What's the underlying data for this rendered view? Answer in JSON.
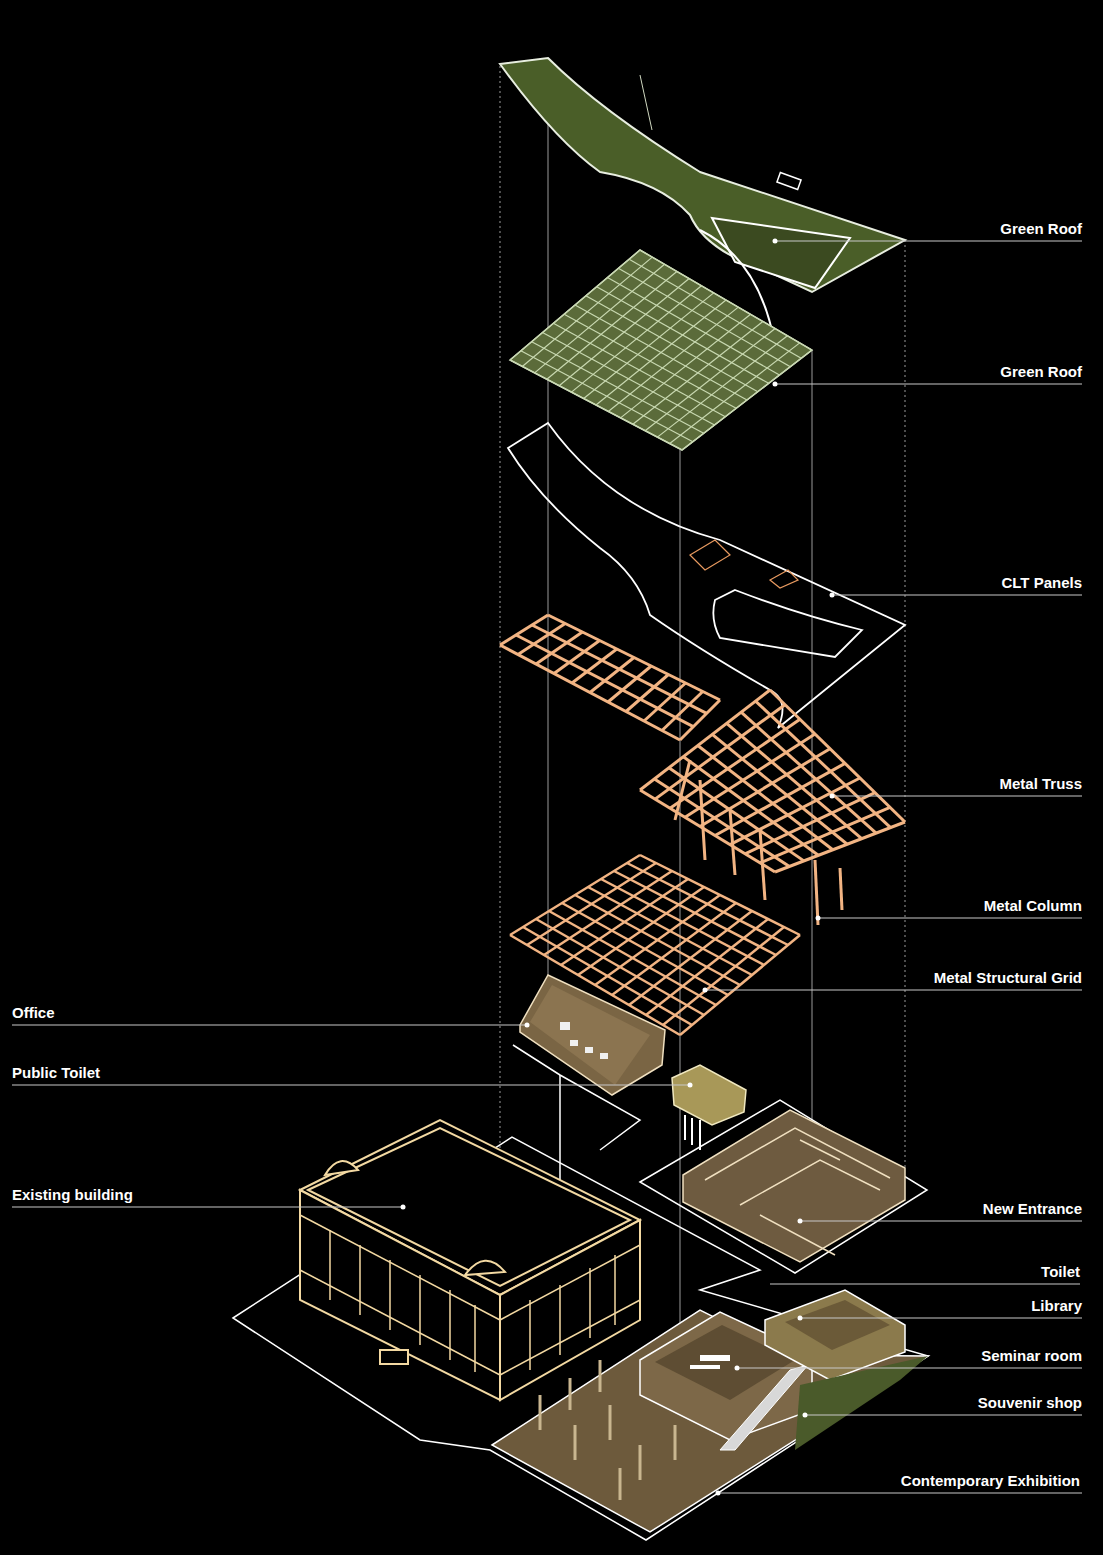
{
  "diagram": {
    "labels": [
      "Green Roof",
      "Green Roof",
      "CLT Panels",
      "Metal Truss",
      "Metal Column",
      "Metal Structural Grid",
      "Office",
      "Public Toilet",
      "Existing building",
      "New Entrance",
      "Toilet",
      "Library",
      "Seminar room",
      "Souvenir shop",
      "Contemporary Exhibition"
    ]
  }
}
